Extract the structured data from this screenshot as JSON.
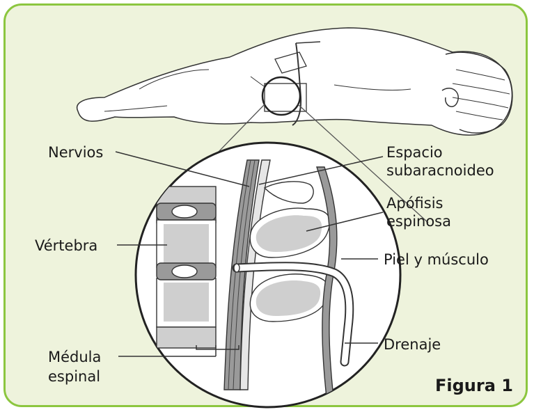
{
  "figure": {
    "caption": "Figura 1",
    "frame_color": "#8cc63f",
    "background_color": "#eef3dc"
  },
  "labels": {
    "nerves": "Nervios",
    "subarachnoid_line1": "Espacio",
    "subarachnoid_line2": "subaracnoideo",
    "spinous_line1": "Apófisis",
    "spinous_line2": "espinosa",
    "vertebra": "Vértebra",
    "skin_muscle": "Piel y músculo",
    "drain": "Drenaje",
    "spinal_cord_line1": "Médula",
    "spinal_cord_line2": "espinal"
  }
}
